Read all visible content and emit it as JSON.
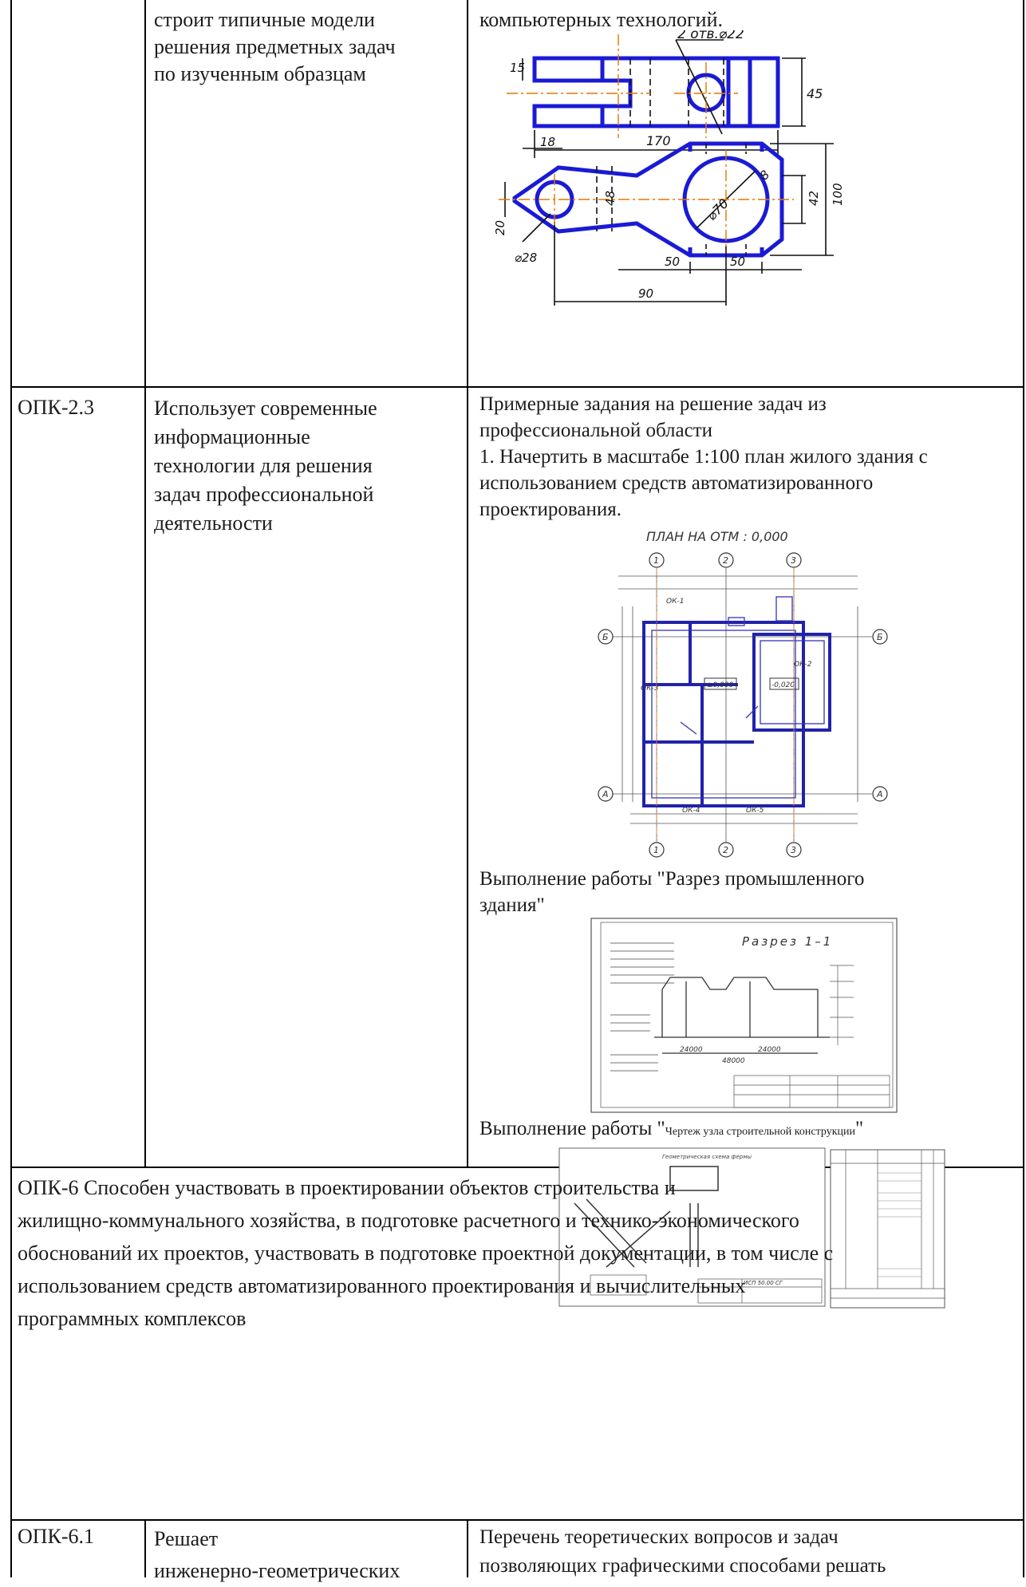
{
  "row_top": {
    "indicator_text": [
      "строит типичные модели",
      "решения предметных задач",
      "по изученным образцам"
    ],
    "task_text": "компьютерных технологий.",
    "drawing": {
      "top_note": "2 отв.⌀22",
      "dim_15": "15",
      "dim_45": "45",
      "dim_170": "170",
      "dim_18": "18",
      "dim_48": "48",
      "dim_70": "⌀70",
      "dim_8": "8",
      "dim_42": "42",
      "dim_100": "100",
      "dim_20": "20",
      "dim_28": "⌀28",
      "dim_50a": "50",
      "dim_50b": "50",
      "dim_90": "90"
    }
  },
  "row_opk23": {
    "code": "ОПК-2.3",
    "indicator_text": [
      "Использует современные",
      "информационные",
      "технологии для решения",
      "задач профессиональной",
      "деятельности"
    ],
    "intro_lines": [
      "Примерные задания на решение задач из",
      "профессиональной области",
      "1. Начертить в масштабе 1:100 план жилого здания с",
      "использованием средств автоматизированного",
      "проектирования."
    ],
    "plan": {
      "title": "ПЛАН НА ОТМ : 0,000",
      "axis_1": "1",
      "axis_2": "2",
      "axis_3": "3",
      "axis_a": "А",
      "axis_b": "Б",
      "mark_level": "±0,000",
      "mark_level2": "-0,020",
      "ok1": "ОК-1",
      "ok2": "ОК-2",
      "ok3": "ОК-3",
      "ok4": "ОК-4",
      "ok5": "ОК-5"
    },
    "task2_lines": [
      "Выполнение работы \"Разрез промышленного",
      "здания\""
    ],
    "section": {
      "title": "Разрез 1–1",
      "dim_left": "24000",
      "dim_right": "24000",
      "dim_total": "48000"
    },
    "task3_prefix": "Выполнение работы \"",
    "task3_small": "Чертеж узла строительной конструкции",
    "task3_suffix": "\"",
    "node_drawing": {
      "heading": "Геометрическая схема фермы",
      "sheet_code": "ИСП 50.00 СГ"
    }
  },
  "opk6": {
    "lines": [
      "ОПК-6 Способен участвовать в проектировании объектов строительства и",
      "жилищно-коммунального хозяйства, в подготовке расчетного и технико-экономического",
      "обоснований их проектов, участвовать в подготовке проектной документации, в том числе с",
      "использованием средств автоматизированного проектирования и вычислительных",
      "программных комплексов"
    ]
  },
  "row_opk61": {
    "code": "ОПК-6.1",
    "indicator_lines": [
      "Решает",
      "инженерно-геометрических"
    ],
    "task_lines": [
      "Перечень теоретических вопросов и задач",
      "позволяющих графическими способами решать"
    ]
  }
}
